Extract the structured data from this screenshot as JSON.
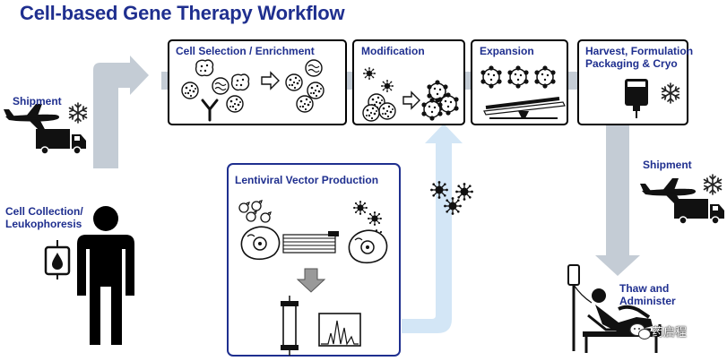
{
  "title": "Cell-based Gene Therapy Workflow",
  "steps": {
    "shipment_in": "Shipment",
    "cell_collection": "Cell Collection/\nLeukophoresis",
    "cell_selection": "Cell Selection / Enrichment",
    "modification": "Modification",
    "expansion": "Expansion",
    "harvest": "Harvest, Formulation\nPackaging & Cryo",
    "shipment_out": "Shipment",
    "thaw": "Thaw and\nAdminister",
    "lentiviral": "Lentiviral Vector Production"
  },
  "watermark": "药启程",
  "colors": {
    "label": "#1f2f8f",
    "flow_arrow": "#c4ccd5",
    "vector_arrow": "#d3e6f6",
    "box_border": "#000000",
    "lenti_border": "#1f2f8f"
  },
  "icons": [
    "snowflake-icon",
    "airplane-icon",
    "truck-icon",
    "person-icon",
    "blood-bag-icon",
    "cell-icon",
    "virus-icon",
    "antibody-icon",
    "bioreactor-icon",
    "cryo-bag-icon",
    "hospital-bed-icon",
    "column-icon",
    "chromatogram-icon",
    "wechat-icon"
  ]
}
